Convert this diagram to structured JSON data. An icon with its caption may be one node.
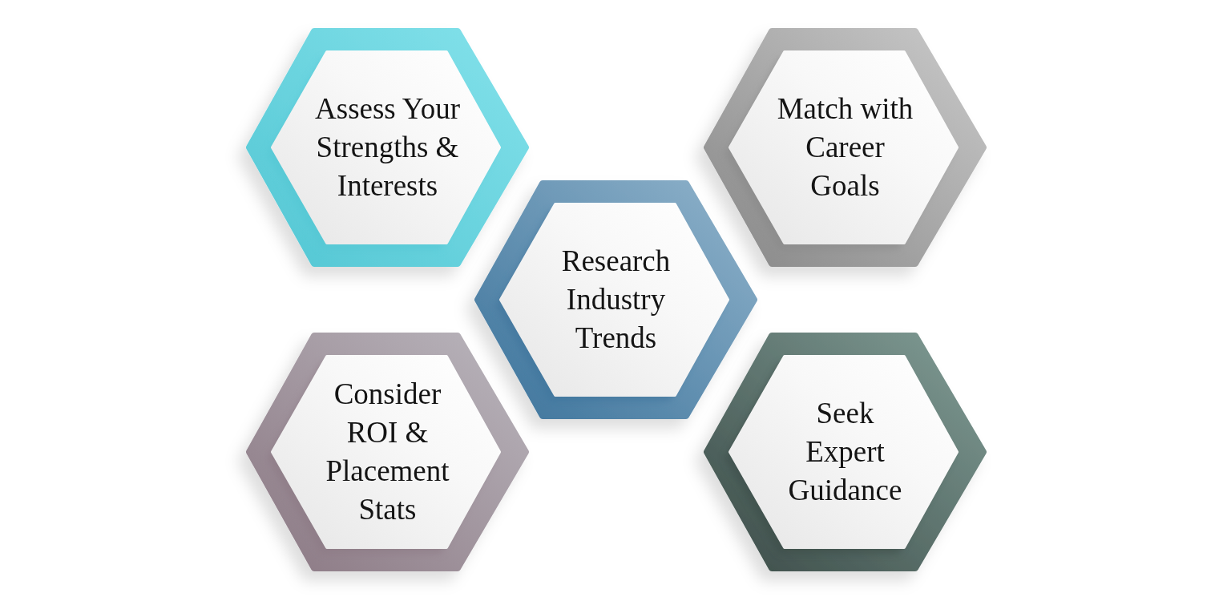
{
  "diagram": {
    "nodes": [
      {
        "text": [
          "Assess Your Strengths & Interests"
        ]
      },
      {
        "text": [
          "Match with Career Goals"
        ]
      },
      {
        "text": [
          "Research Industry Trends"
        ]
      },
      {
        "text": [
          "Consider ROI & Placement Stats"
        ]
      },
      {
        "text": [
          "Seek Expert Guidance"
        ]
      }
    ]
  }
}
